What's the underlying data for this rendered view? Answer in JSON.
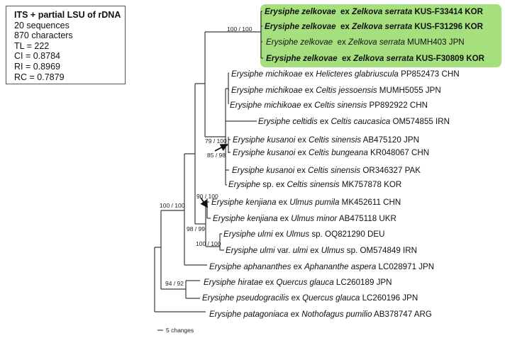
{
  "stats_box": {
    "title": "ITS + partial LSU of rDNA",
    "lines": [
      "20 sequences",
      "870 characters",
      "TL = 222",
      "CI = 0.8784",
      "RI = 0.8969",
      "RC = 0.7879"
    ]
  },
  "highlight_color": "#a6e07e",
  "leaves": [
    {
      "bold": true,
      "highlighted": true,
      "parts": [
        [
          "Erysiphe zelkovae",
          1
        ],
        [
          "  ex ",
          0
        ],
        [
          "Zelkova serrata",
          1
        ],
        [
          " KUS-F33414 KOR",
          0
        ]
      ]
    },
    {
      "bold": true,
      "highlighted": true,
      "parts": [
        [
          "Erysiphe zelkovae",
          1
        ],
        [
          "  ex ",
          0
        ],
        [
          "Zelkova serrata",
          1
        ],
        [
          " KUS-F31296 KOR",
          0
        ]
      ]
    },
    {
      "bold": false,
      "highlighted": true,
      "parts": [
        [
          "Erysiphe zelkovae",
          1
        ],
        [
          "  ex ",
          0
        ],
        [
          "Zelkova serrata",
          1
        ],
        [
          " MUMH403 JPN",
          0
        ]
      ]
    },
    {
      "bold": true,
      "highlighted": true,
      "parts": [
        [
          "Erysiphe zelkovae",
          1
        ],
        [
          "  ex ",
          0
        ],
        [
          "Zelkova serrata",
          1
        ],
        [
          " KUS-F30809 KOR",
          0
        ]
      ]
    },
    {
      "parts": [
        [
          "Erysiphe michikoae",
          1
        ],
        [
          " ex ",
          0
        ],
        [
          "Helicteres glabriuscula",
          1
        ],
        [
          " PP852473 CHN",
          0
        ]
      ]
    },
    {
      "parts": [
        [
          "Erysiphe michikoae",
          1
        ],
        [
          " ex ",
          0
        ],
        [
          "Celtis jessoensis",
          1
        ],
        [
          " MUMH5055 JPN",
          0
        ]
      ]
    },
    {
      "parts": [
        [
          "Erysiphe michikoae",
          1
        ],
        [
          " ex ",
          0
        ],
        [
          "Celtis sinensis",
          1
        ],
        [
          " PP892922 CHN",
          0
        ]
      ]
    },
    {
      "parts": [
        [
          "Erysiphe celtidis",
          1
        ],
        [
          " ex ",
          0
        ],
        [
          "Celtis caucasica",
          1
        ],
        [
          " OM574855 IRN",
          0
        ]
      ]
    },
    {
      "parts": [
        [
          "Erysiphe kusanoi",
          1
        ],
        [
          " ex ",
          0
        ],
        [
          "Celtis sinensis",
          1
        ],
        [
          " AB475120 JPN",
          0
        ]
      ]
    },
    {
      "parts": [
        [
          "Erysiphe kusanoi",
          1
        ],
        [
          " ex ",
          0
        ],
        [
          "Celtis bungeana",
          1
        ],
        [
          " KR048067 CHN",
          0
        ]
      ]
    },
    {
      "parts": [
        [
          "Erysiphe kusanoi",
          1
        ],
        [
          " ex ",
          0
        ],
        [
          "Celtis sinensis",
          1
        ],
        [
          " OR346327 PAK",
          0
        ]
      ]
    },
    {
      "parts": [
        [
          "Erysiphe",
          1
        ],
        [
          " sp. ex ",
          0
        ],
        [
          "Celtis sinensis",
          1
        ],
        [
          " MK757878 KOR",
          0
        ]
      ]
    },
    {
      "parts": [
        [
          "Erysiphe kenjiana",
          1
        ],
        [
          " ex ",
          0
        ],
        [
          "Ulmus pumila",
          1
        ],
        [
          " MK452611 CHN",
          0
        ]
      ]
    },
    {
      "parts": [
        [
          "Erysiphe kenjiana",
          1
        ],
        [
          " ex ",
          0
        ],
        [
          "Ulmus minor",
          1
        ],
        [
          " AB475118 UKR",
          0
        ]
      ]
    },
    {
      "parts": [
        [
          "Erysiphe ulmi",
          1
        ],
        [
          " ex ",
          0
        ],
        [
          "Ulmus",
          1
        ],
        [
          " sp. OQ821290 DEU",
          0
        ]
      ]
    },
    {
      "parts": [
        [
          "Erysiphe ulmi",
          1
        ],
        [
          " var. ",
          0
        ],
        [
          "ulmi",
          1
        ],
        [
          " ex ",
          0
        ],
        [
          "Ulmus",
          1
        ],
        [
          " sp. OM574849 IRN",
          0
        ]
      ]
    },
    {
      "parts": [
        [
          "Erysiphe aphananthes",
          1
        ],
        [
          " ex ",
          0
        ],
        [
          "Aphananthe aspera",
          1
        ],
        [
          " LC028971 JPN",
          0
        ]
      ]
    },
    {
      "parts": [
        [
          "Erysiphe hiratae",
          1
        ],
        [
          " ex ",
          0
        ],
        [
          "Quercus glauca",
          1
        ],
        [
          " LC260189 JPN",
          0
        ]
      ]
    },
    {
      "parts": [
        [
          "Erysiphe pseudogracilis",
          1
        ],
        [
          " ex ",
          0
        ],
        [
          "Quercus glauca",
          1
        ],
        [
          " LC260196 JPN",
          0
        ]
      ]
    },
    {
      "parts": [
        [
          "Erysiphe patagoniaca",
          1
        ],
        [
          " ex ",
          0
        ],
        [
          "Nothofagus pumilio",
          1
        ],
        [
          " AB378747 ARG",
          0
        ]
      ]
    }
  ],
  "support": {
    "zelkovae": "100 / 100",
    "celtis_clade": "79 / 100",
    "kusanoi": "85 / 98",
    "kenjiana": "90 / 100",
    "ulmus_clade": "98 / 99",
    "ulmi": "100 / 100",
    "ingroup": "100 / 100",
    "quercus": "94 / 92"
  },
  "scale_bar": {
    "label": "5 changes"
  }
}
